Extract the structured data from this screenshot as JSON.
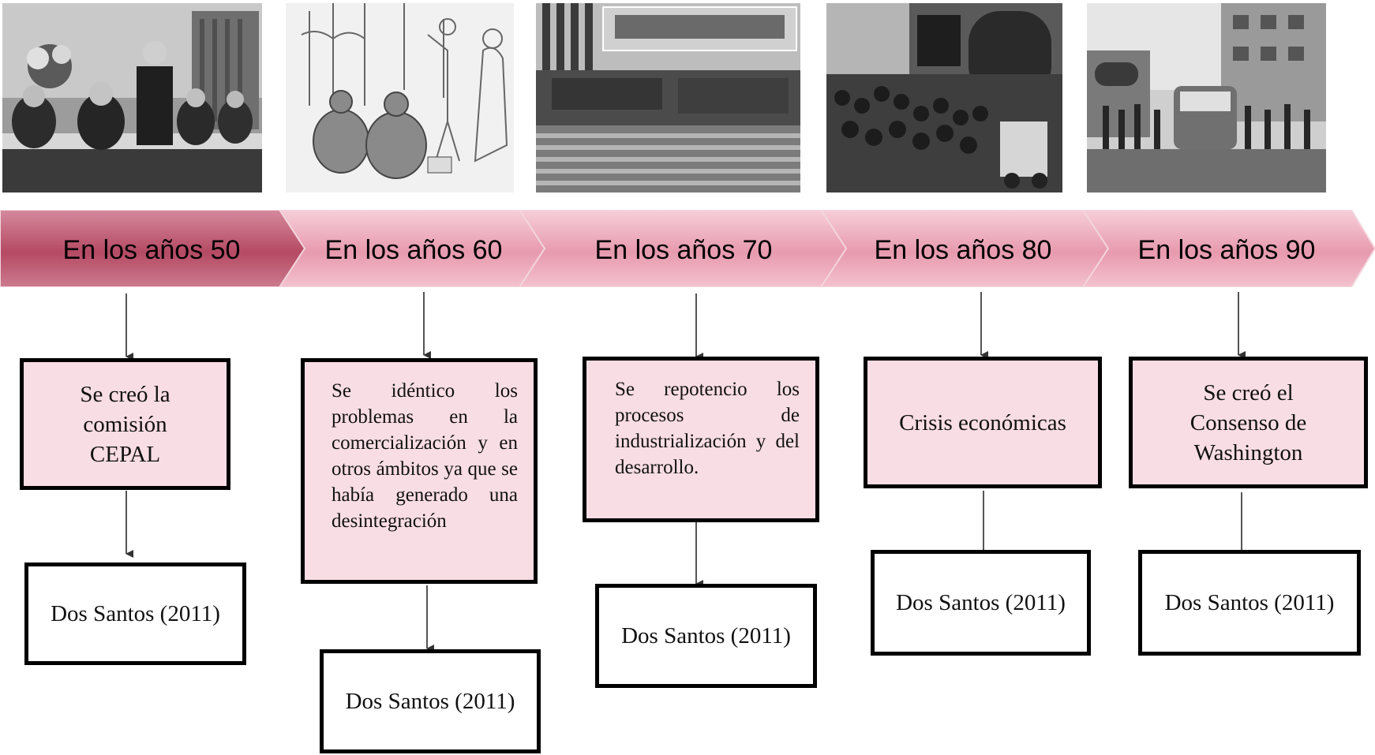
{
  "timeline": {
    "colors": {
      "dark": "#b54a64",
      "light": "#f6c3d0",
      "text": "#000000",
      "box_fill": "#f9dde5"
    },
    "segments": [
      {
        "label": "En los años 50"
      },
      {
        "label": "En los años 60"
      },
      {
        "label": "En los años 70"
      },
      {
        "label": "En los años 80"
      },
      {
        "label": "En los años 90"
      }
    ]
  },
  "events": [
    {
      "text": "Se creó la comisión CEPAL",
      "source": "Dos Santos (2011)"
    },
    {
      "text": "Se idéntico los problemas en la comercialización y en otros ámbitos ya que se había generado una desintegración",
      "source": "Dos Santos (2011)"
    },
    {
      "text": "Se repotencio los procesos de industrialización y del desarrollo.",
      "source": "Dos Santos (2011)"
    },
    {
      "text": "Crisis económicas",
      "source": "Dos Santos (2011)"
    },
    {
      "text": "Se creó el Consenso de Washington",
      "source": "Dos Santos (2011)"
    }
  ],
  "photos": [
    {
      "subject": "conference-panel-photo"
    },
    {
      "subject": "sketch-illustration"
    },
    {
      "subject": "industrial-factory-photo"
    },
    {
      "subject": "bank-crowd-photo"
    },
    {
      "subject": "street-bus-photo"
    }
  ]
}
